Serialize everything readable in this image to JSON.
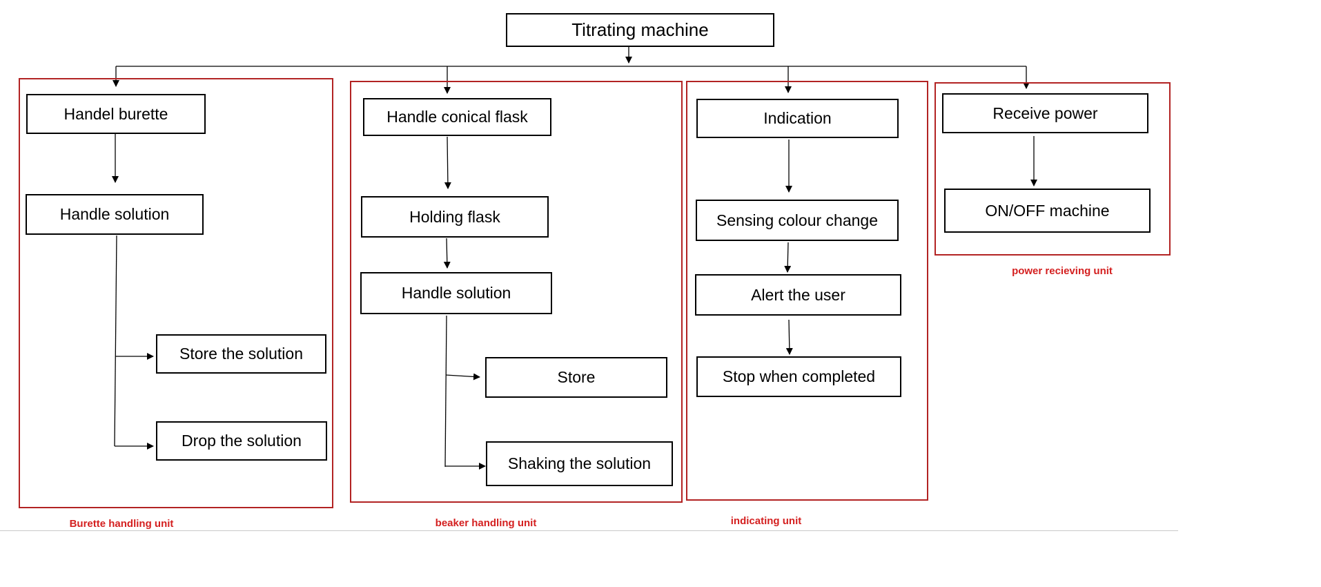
{
  "diagram": {
    "root": "Titrating machine",
    "units": [
      {
        "caption": "Burette handling unit",
        "nodes": {
          "handle_burette": "Handel burette",
          "handle_solution": "Handle solution",
          "store_solution": "Store the solution",
          "drop_solution": "Drop the solution"
        }
      },
      {
        "caption": "beaker handling unit",
        "nodes": {
          "handle_flask": "Handle conical flask",
          "holding_flask": "Holding flask",
          "handle_solution": "Handle solution",
          "store": "Store",
          "shaking": "Shaking the solution"
        }
      },
      {
        "caption": "indicating unit",
        "nodes": {
          "indication": "Indication",
          "sensing": "Sensing colour change",
          "alert": "Alert the user",
          "stop": "Stop when completed"
        }
      },
      {
        "caption": "power recieving unit",
        "nodes": {
          "receive_power": "Receive power",
          "on_off": "ON/OFF machine"
        }
      }
    ],
    "colors": {
      "box_border": "#000000",
      "unit_border": "#b22222",
      "caption_text": "#d42020",
      "connector": "#000000"
    }
  }
}
